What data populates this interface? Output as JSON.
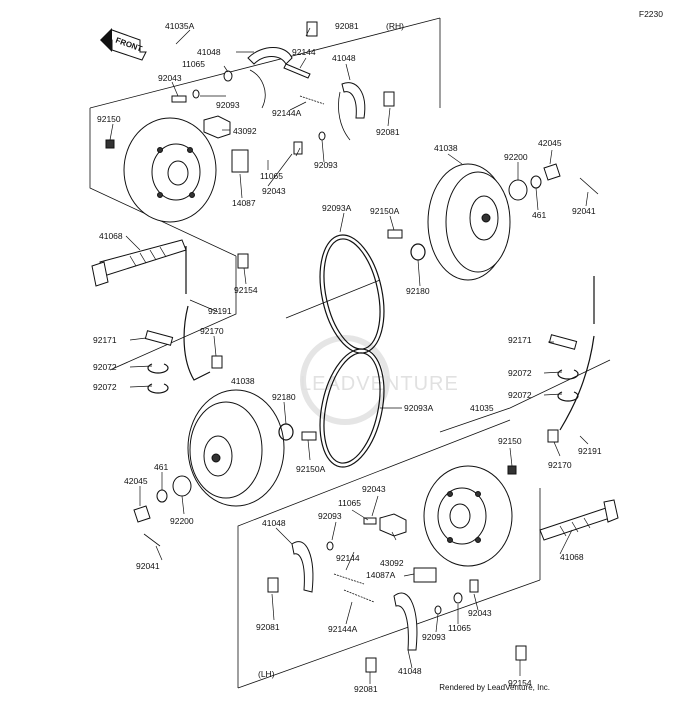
{
  "figure_code": "F2230",
  "front_label": "FRONT",
  "side_labels": {
    "rh": "(RH)",
    "lh": "(LH)"
  },
  "watermark": "LEADVENTURE",
  "credit": "Rendered by LeadVenture, Inc.",
  "callouts": [
    "41035A",
    "92081",
    "41048",
    "92144",
    "11065",
    "41048",
    "92043",
    "92093",
    "92144A",
    "92081",
    "92150",
    "43092",
    "11065",
    "92093",
    "14087",
    "92043",
    "41038",
    "42045",
    "92200",
    "461",
    "92041",
    "92093A",
    "92150A",
    "41068",
    "92180",
    "92154",
    "92191",
    "92170",
    "92171",
    "92072",
    "92072",
    "41038",
    "92180",
    "92093A",
    "92150A",
    "461",
    "42045",
    "92200",
    "92041",
    "92171",
    "92072",
    "92072",
    "41035",
    "92150",
    "92170",
    "92191",
    "92043",
    "11065",
    "92093",
    "41048",
    "92144",
    "43092",
    "14087A",
    "41068",
    "92081",
    "92144A",
    "92043",
    "92093",
    "11065",
    "92154",
    "41048",
    "92081"
  ]
}
